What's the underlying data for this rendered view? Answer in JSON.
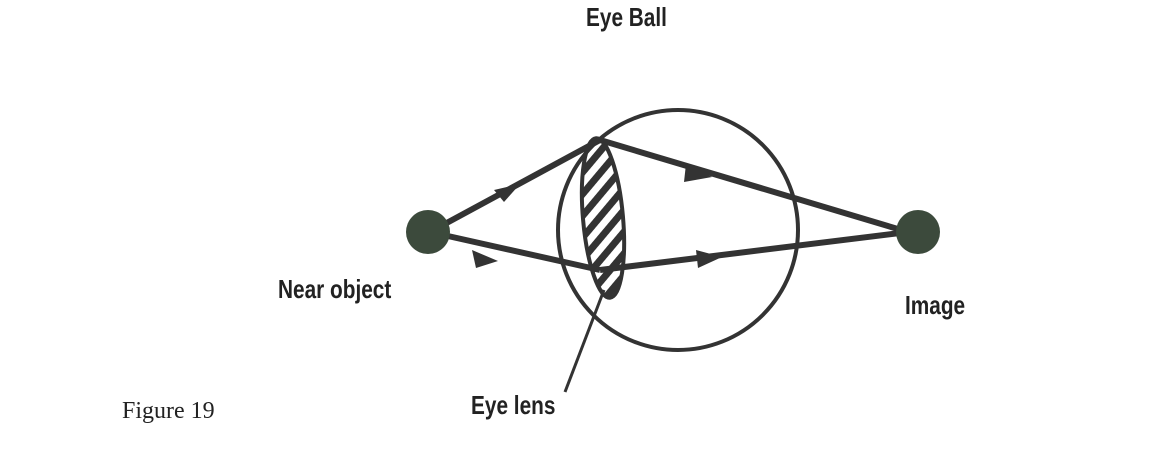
{
  "labels": {
    "eye_ball": "Eye Ball",
    "near_object": "Near object",
    "image": "Image",
    "eye_lens": "Eye lens"
  },
  "caption": "Figure 19"
}
